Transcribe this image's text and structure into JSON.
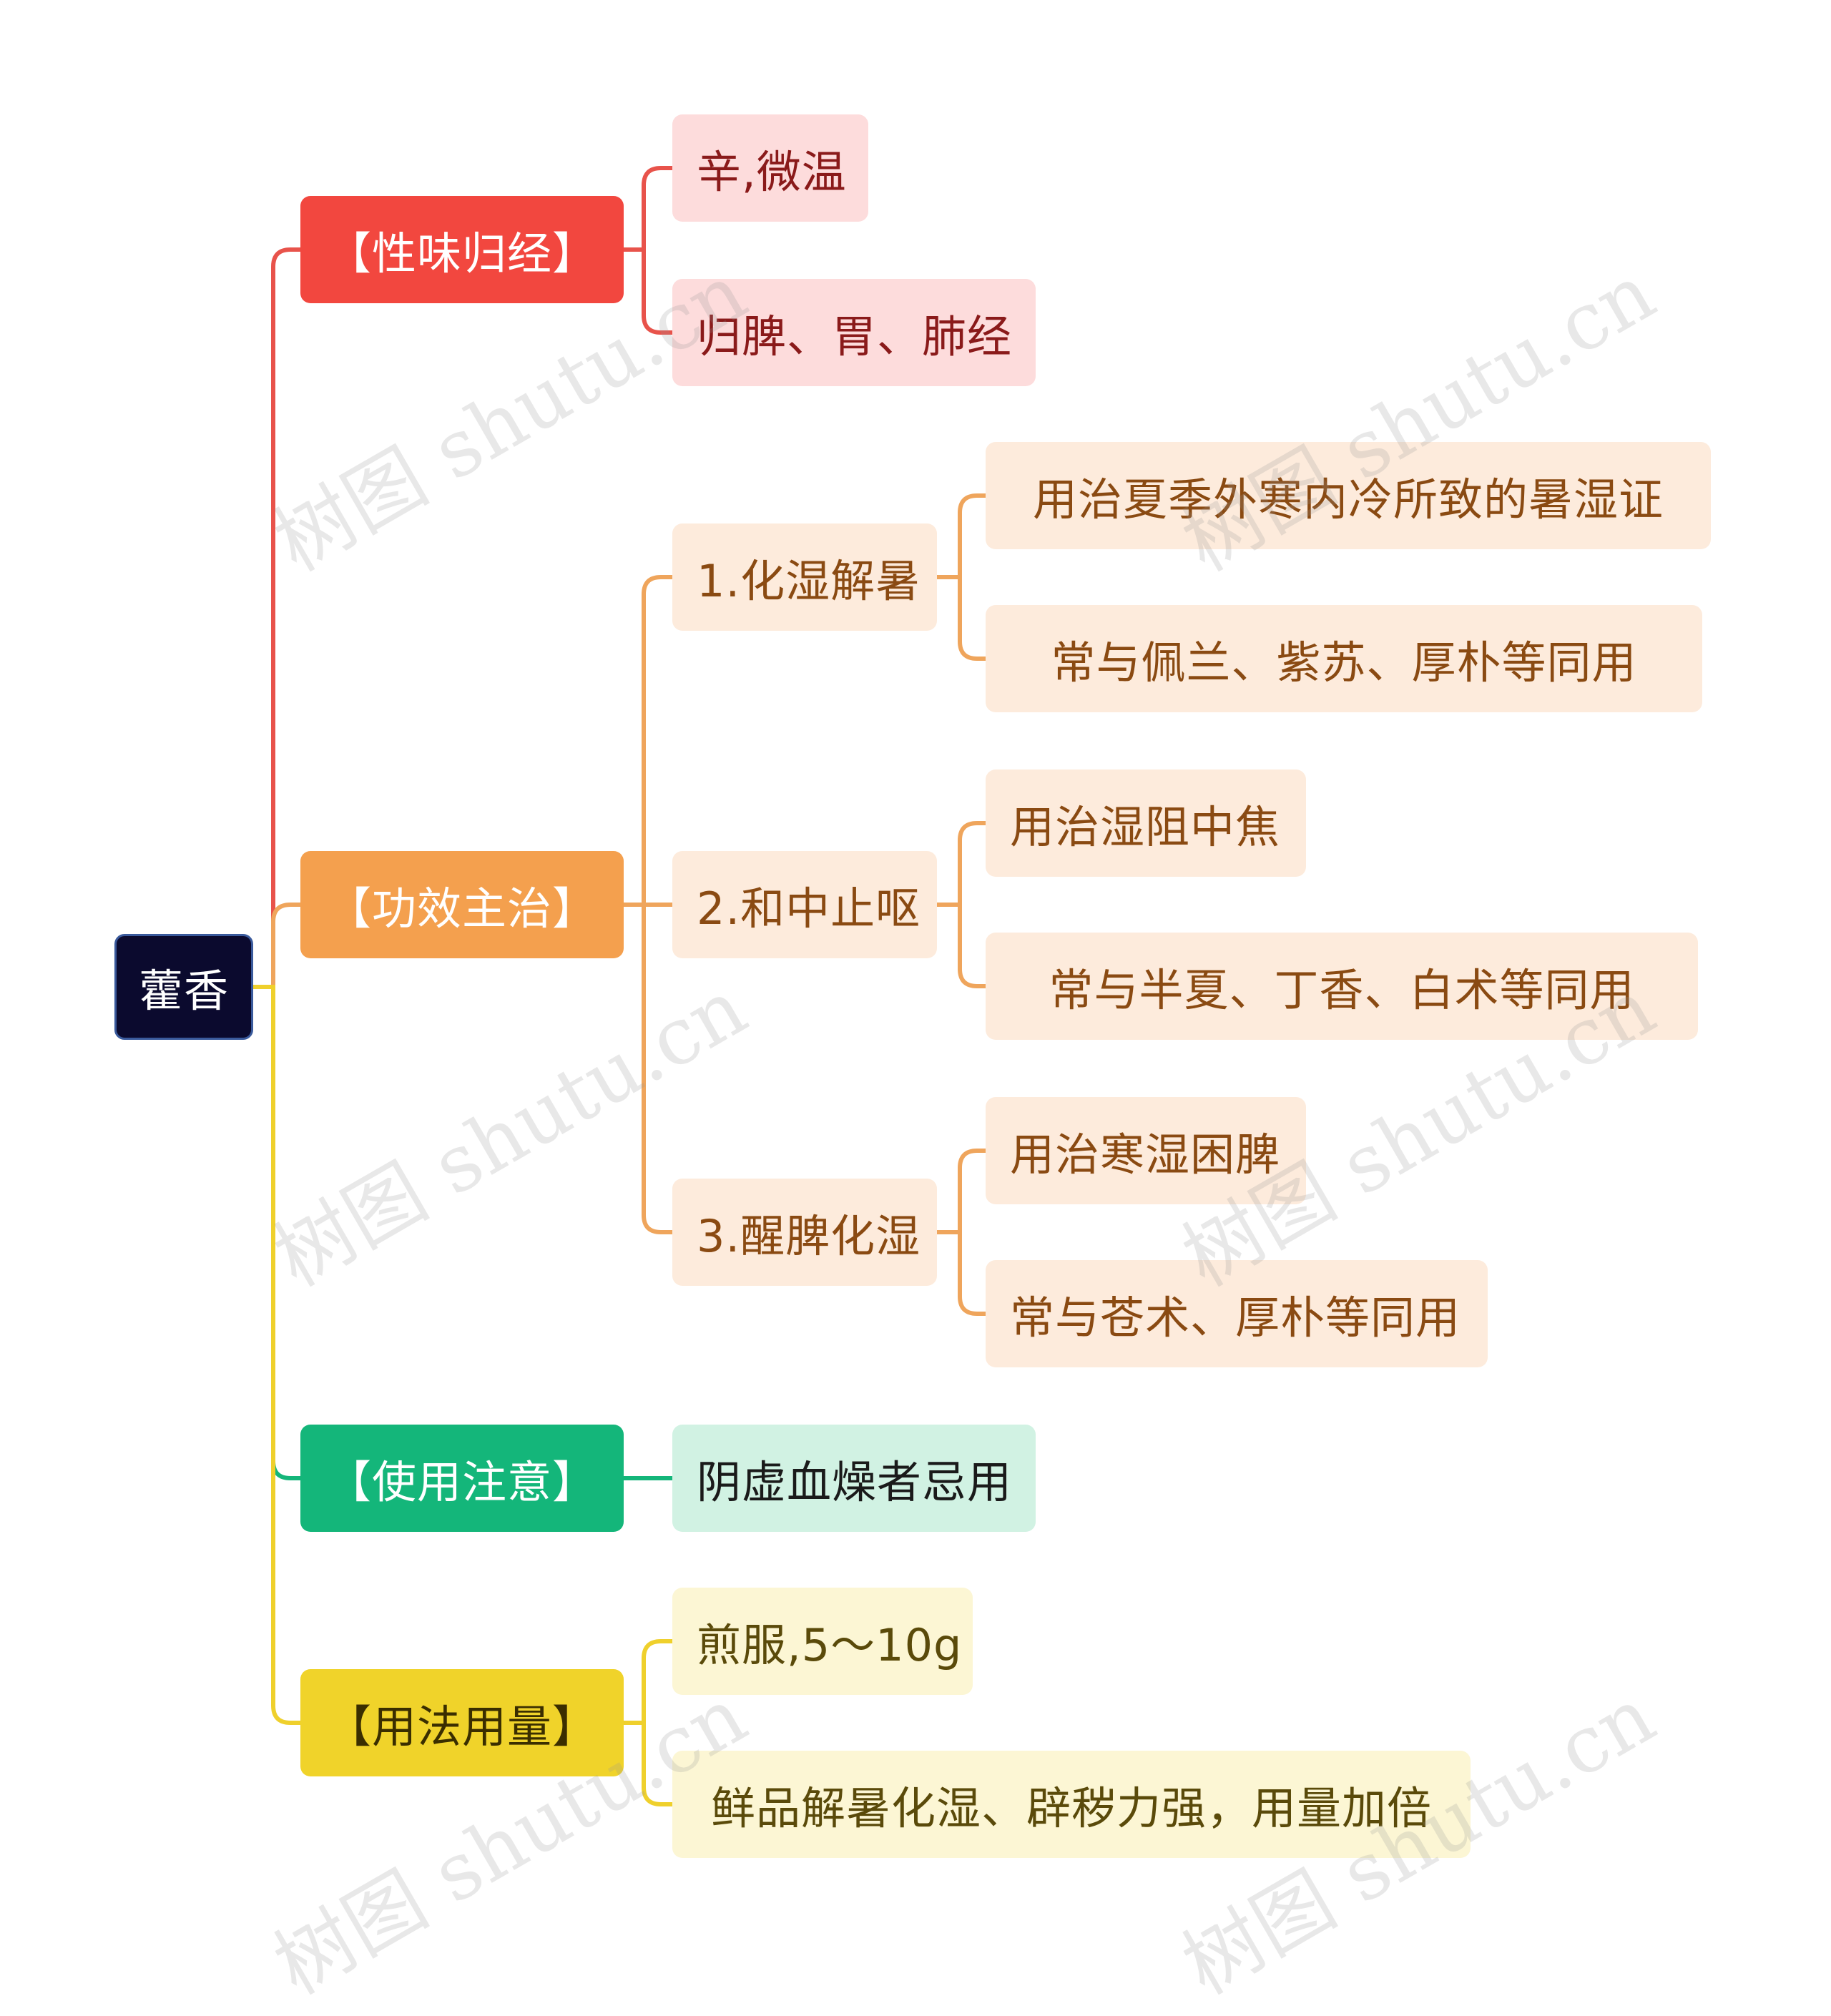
{
  "colors": {
    "root_fill": "#0b0a2e",
    "branch1": "#f2473f",
    "branch1_leaf": "#fddcdc",
    "branch1_leaf_text": "#8a1a1a",
    "branch1_line": "#e8534b",
    "branch2": "#f4a04e",
    "branch2_leaf": "#fdebdc",
    "branch2_leaf_text": "#8a4a12",
    "branch2_line": "#efa55c",
    "branch3": "#14b67a",
    "branch3_leaf": "#d1f2e3",
    "branch3_leaf_text": "#1a1a1a",
    "branch3_line": "#14b67a",
    "branch4": "#f0d32a",
    "branch4_leaf": "#fcf6d4",
    "branch4_leaf_text": "#5a4a0a",
    "branch4_line": "#efd02c"
  },
  "root": {
    "label": "藿香"
  },
  "branches": [
    {
      "label": "【性味归经】",
      "children": [
        {
          "label": "辛,微温"
        },
        {
          "label": "归脾、胃、肺经"
        }
      ]
    },
    {
      "label": "【功效主治】",
      "children": [
        {
          "label": "1.化湿解暑",
          "children": [
            {
              "label": "用治夏季外寒内冷所致的暑湿证"
            },
            {
              "label": "常与佩兰、紫苏、厚朴等同用"
            }
          ]
        },
        {
          "label": "2.和中止呕",
          "children": [
            {
              "label": "用治湿阻中焦"
            },
            {
              "label": "常与半夏、丁香、白术等同用"
            }
          ]
        },
        {
          "label": "3.醒脾化湿",
          "children": [
            {
              "label": "用治寒湿困脾"
            },
            {
              "label": "常与苍术、厚朴等同用"
            }
          ]
        }
      ]
    },
    {
      "label": "【使用注意】",
      "children": [
        {
          "label": "阴虚血燥者忌用"
        }
      ]
    },
    {
      "label": "【用法用量】",
      "children": [
        {
          "label": "煎服,5～10g"
        },
        {
          "label": "鲜品解暑化湿、辟秽力强，用量加倍"
        }
      ]
    }
  ],
  "watermark": "树图 shutu.cn"
}
